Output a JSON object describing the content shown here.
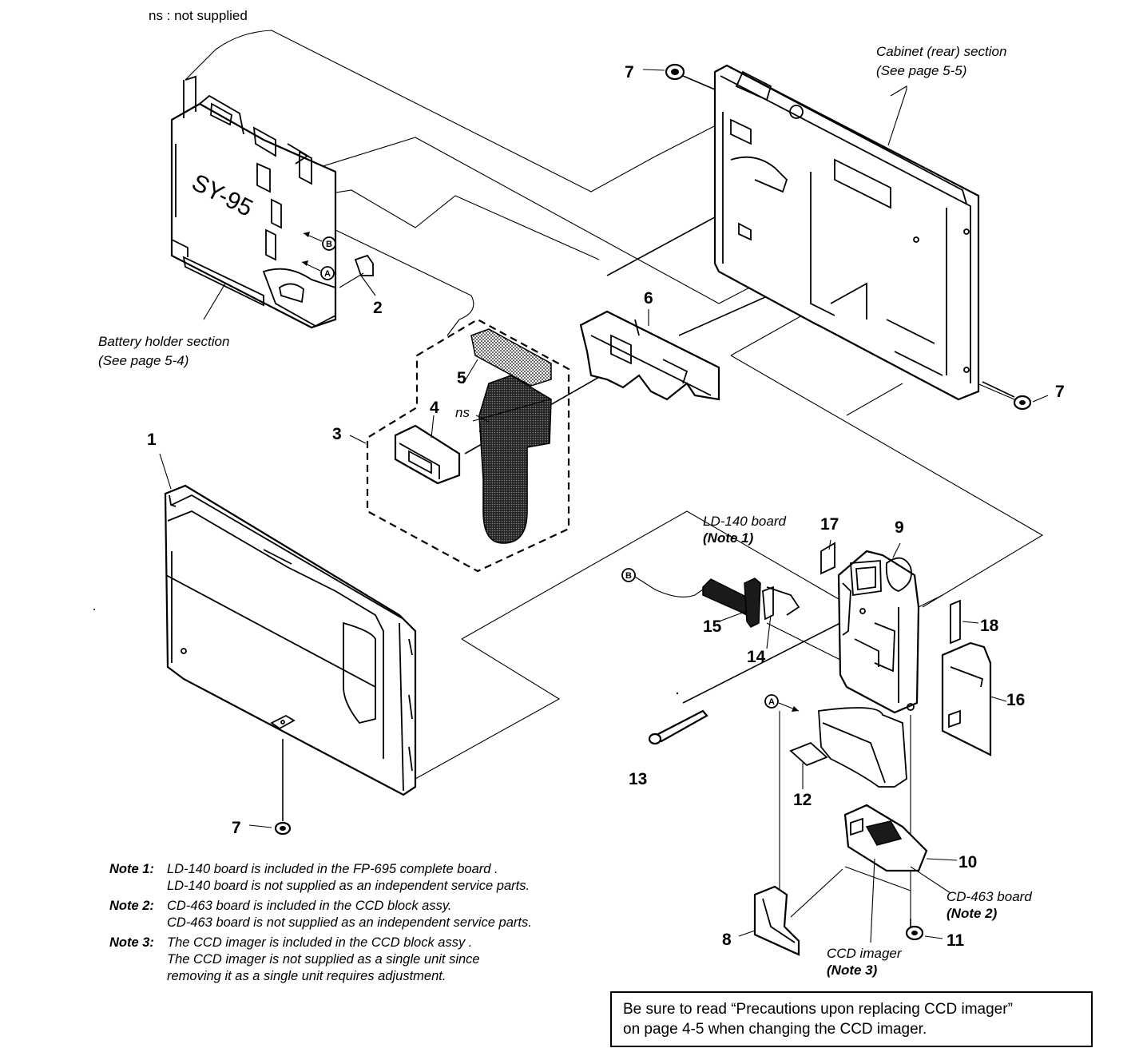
{
  "header_note": "ns : not supplied",
  "sections": {
    "cabinet_rear": [
      "Cabinet (rear) section",
      "(See page 5-5)"
    ],
    "battery_holder": [
      "Battery holder section",
      "(See page 5-4)"
    ]
  },
  "board_marking": "SY-95",
  "ns_label": "ns",
  "ld_board": {
    "line1": "LD-140 board",
    "line2": "(Note 1)"
  },
  "cd_board": {
    "line1": "CD-463 board",
    "line2": "(Note 2)"
  },
  "ccd_imager": {
    "line1": "CCD imager",
    "line2": "(Note 3)"
  },
  "connectors": {
    "a": "A",
    "b": "B"
  },
  "callouts": {
    "p1": "1",
    "p2": "2",
    "p3": "3",
    "p4": "4",
    "p5": "5",
    "p6": "6",
    "p7a": "7",
    "p7b": "7",
    "p7c": "7",
    "p8": "8",
    "p9": "9",
    "p10": "10",
    "p11": "11",
    "p12": "12",
    "p13": "13",
    "p14": "14",
    "p15": "15",
    "p16": "16",
    "p17": "17",
    "p18": "18"
  },
  "notes": [
    {
      "label": "Note 1:",
      "lines": [
        "LD-140 board is included in the FP-695 complete board .",
        "LD-140 board is not supplied as an independent service parts."
      ]
    },
    {
      "label": "Note 2:",
      "lines": [
        "CD-463 board is included in the CCD block assy.",
        "CD-463 board is not supplied as an independent service parts."
      ]
    },
    {
      "label": "Note 3:",
      "lines": [
        "The CCD imager is included in the CCD block assy .",
        "The CCD imager is not supplied as a single unit since",
        "removing it as a single unit requires adjustment."
      ]
    }
  ],
  "warning": {
    "line1": "Be sure to read “Precautions upon replacing CCD imager”",
    "line2": "on page 4-5 when changing the CCD imager."
  }
}
